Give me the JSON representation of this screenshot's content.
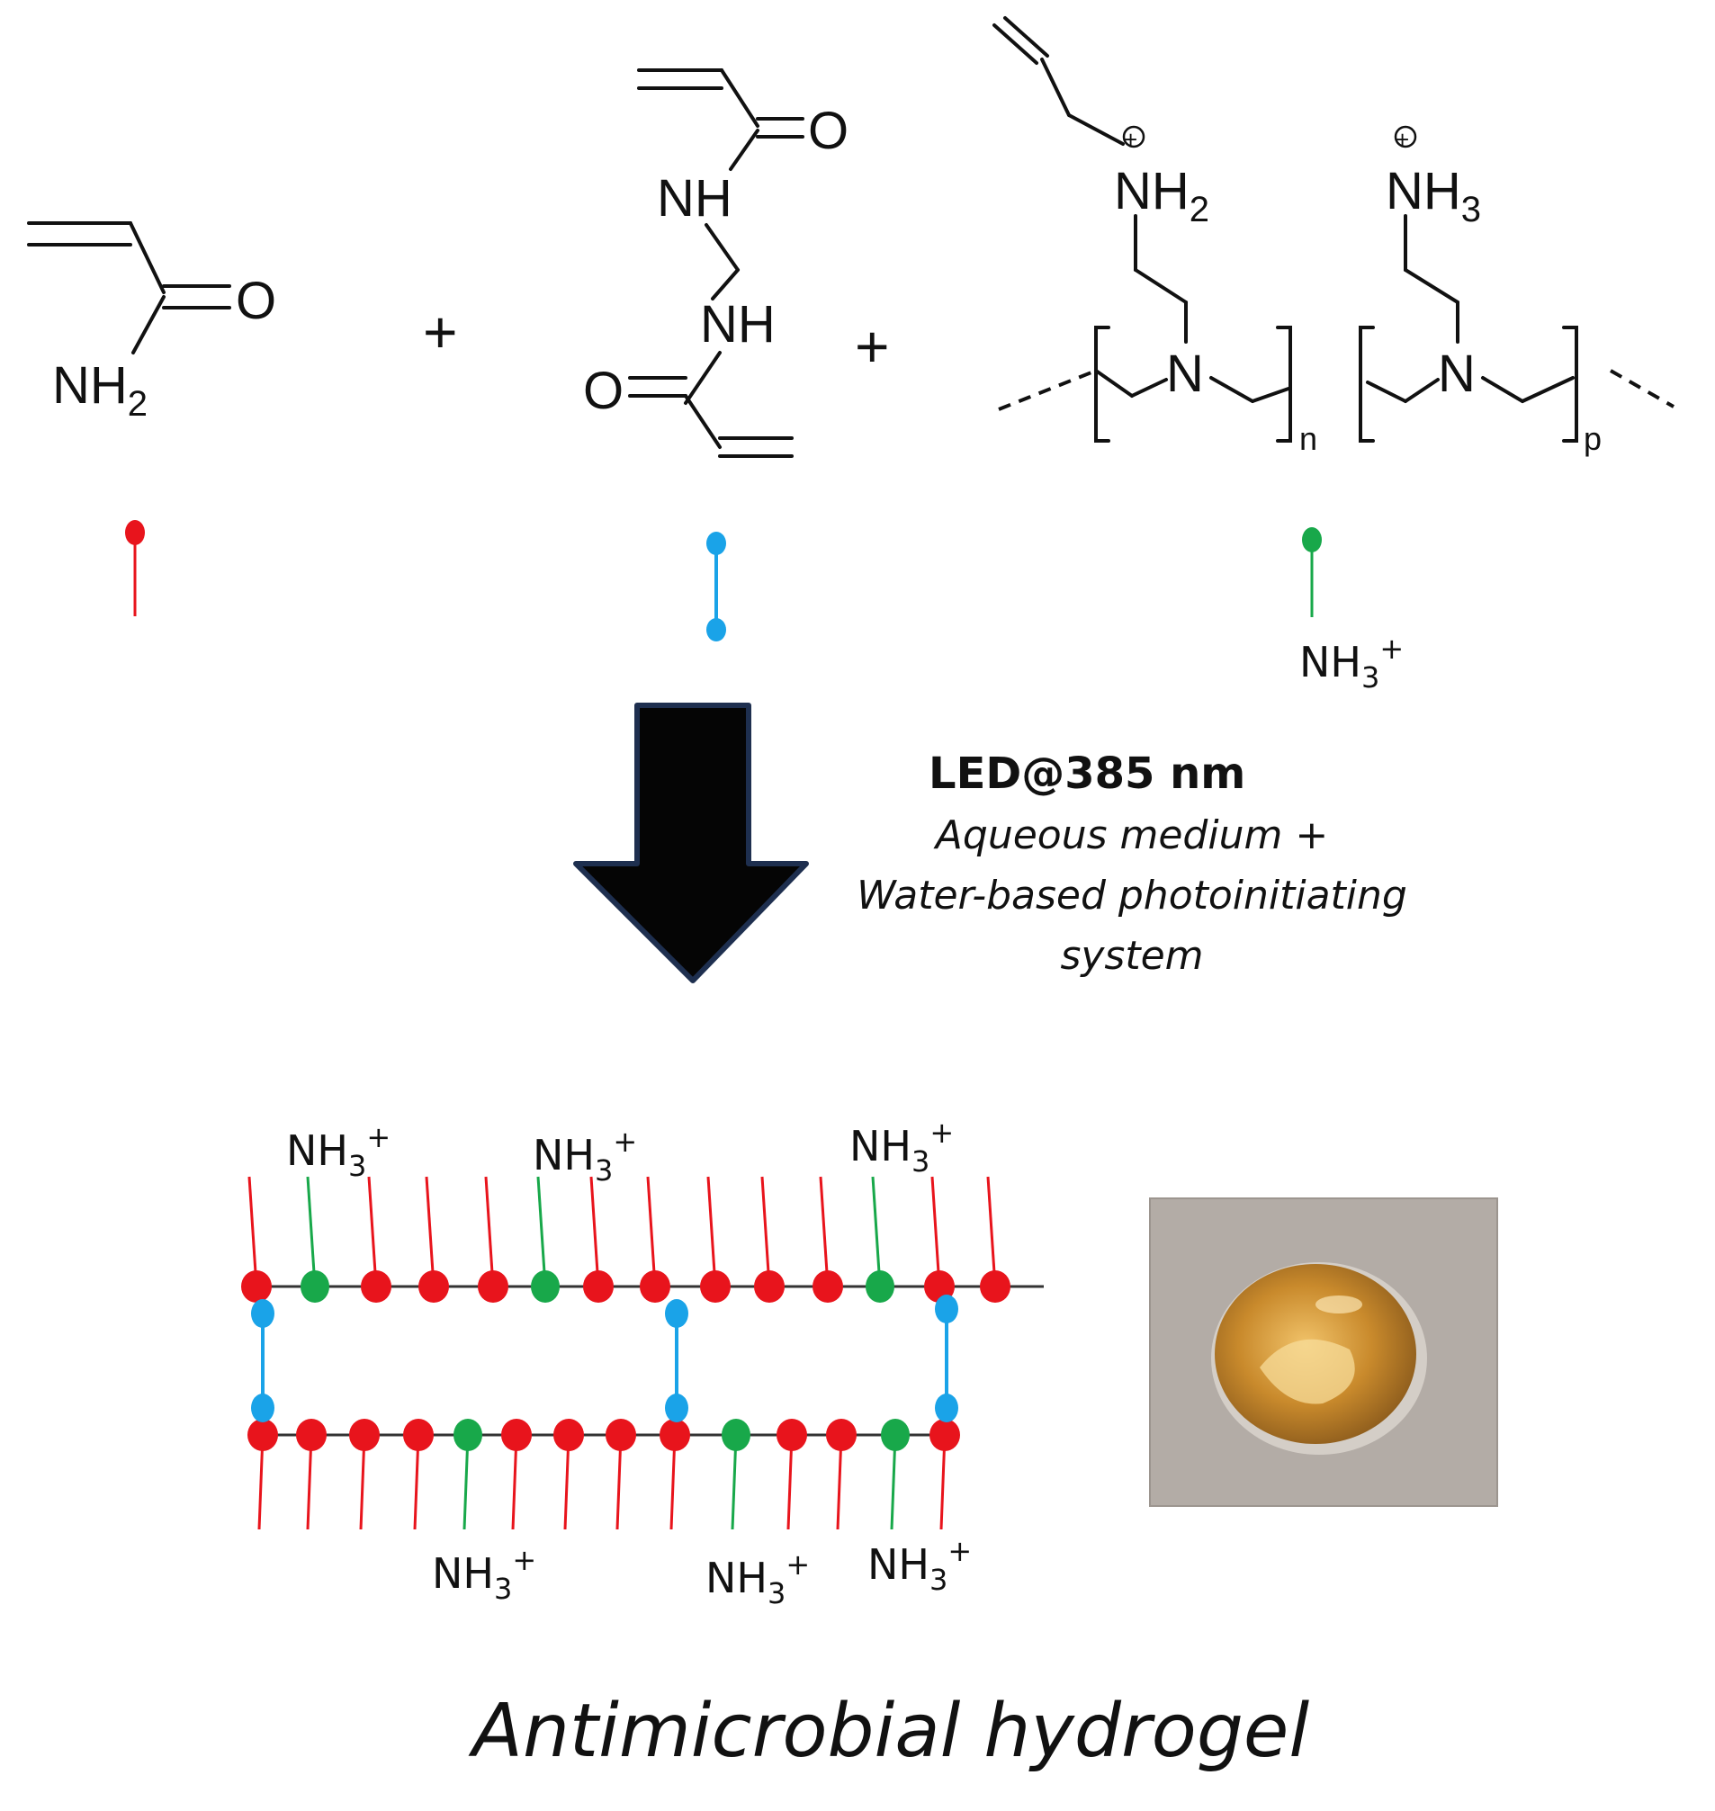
{
  "reactants": {
    "plus": "+",
    "acrylamide": {
      "nh2": "NH",
      "nh2_sub": "2",
      "o": "O"
    },
    "mba": {
      "nh_top": "NH",
      "nh_bottom": "NH",
      "o_top": "O",
      "o_bottom": "O"
    },
    "polymer": {
      "nh2_plus": "NH",
      "nh2_plus_sub": "2",
      "nh3_plus": "NH",
      "nh3_plus_sub": "3",
      "charge": "+",
      "n_atom_1": "N",
      "n_atom_2": "N",
      "sub_n": "n",
      "sub_p": "p"
    }
  },
  "legend": {
    "ammonium": {
      "label": "NH",
      "sub": "3",
      "sup": "+"
    }
  },
  "conditions": {
    "light": "LED@385 nm",
    "line1": "Aqueous medium +",
    "line2": "Water-based photoinitiating",
    "line3": "system"
  },
  "network": {
    "ammonium_label": {
      "label": "NH",
      "sub": "3",
      "sup": "+"
    }
  },
  "caption": "Antimicrobial hydrogel",
  "colors": {
    "acrylamide": "#e8141c",
    "crosslinker": "#1aa3e8",
    "pei": "#18a84a",
    "arrow": "#050505",
    "arrow_outline": "#1e2f4f",
    "photo_bg": "#b3aca6",
    "gel_gold": "#c98a2c"
  }
}
